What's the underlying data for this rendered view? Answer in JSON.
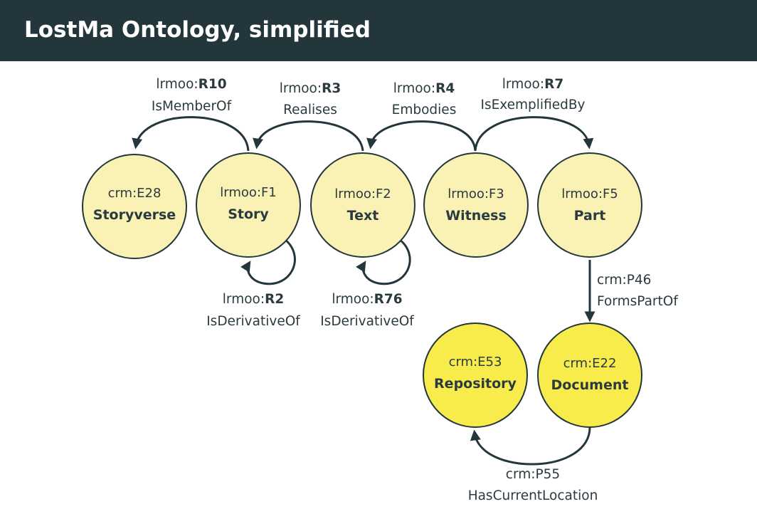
{
  "title": "LostMa Ontology, simplified",
  "colors": {
    "header_bg": "#23363b",
    "node_fill": "#faf2b4",
    "node_fill_highlight": "#f8eb4c",
    "edge": "#23363b"
  },
  "nodes": {
    "storyverse": {
      "id": "crm:E28",
      "name": "Storyverse"
    },
    "story": {
      "id": "lrmoo:F1",
      "name": "Story"
    },
    "text": {
      "id": "lrmoo:F2",
      "name": "Text"
    },
    "witness": {
      "id": "lrmoo:F3",
      "name": "Witness"
    },
    "part": {
      "id": "lrmoo:F5",
      "name": "Part"
    },
    "repository": {
      "id": "crm:E53",
      "name": "Repository"
    },
    "document": {
      "id": "crm:E22",
      "name": "Document"
    }
  },
  "edges": {
    "r10": {
      "prefix": "lrmoo:",
      "code": "R10",
      "label": "IsMemberOf"
    },
    "r3": {
      "prefix": "lrmoo:",
      "code": "R3",
      "label": "Realises"
    },
    "r4": {
      "prefix": "lrmoo:",
      "code": "R4",
      "label": "Embodies"
    },
    "r7": {
      "prefix": "lrmoo:",
      "code": "R7",
      "label": "IsExemplifiedBy"
    },
    "r2": {
      "prefix": "lrmoo:",
      "code": "R2",
      "label": "IsDerivativeOf"
    },
    "r76": {
      "prefix": "lrmoo:",
      "code": "R76",
      "label": "IsDerivativeOf"
    },
    "p46": {
      "code": "crm:P46",
      "label": "FormsPartOf"
    },
    "p55": {
      "code": "crm:P55",
      "label": "HasCurrentLocation"
    }
  }
}
